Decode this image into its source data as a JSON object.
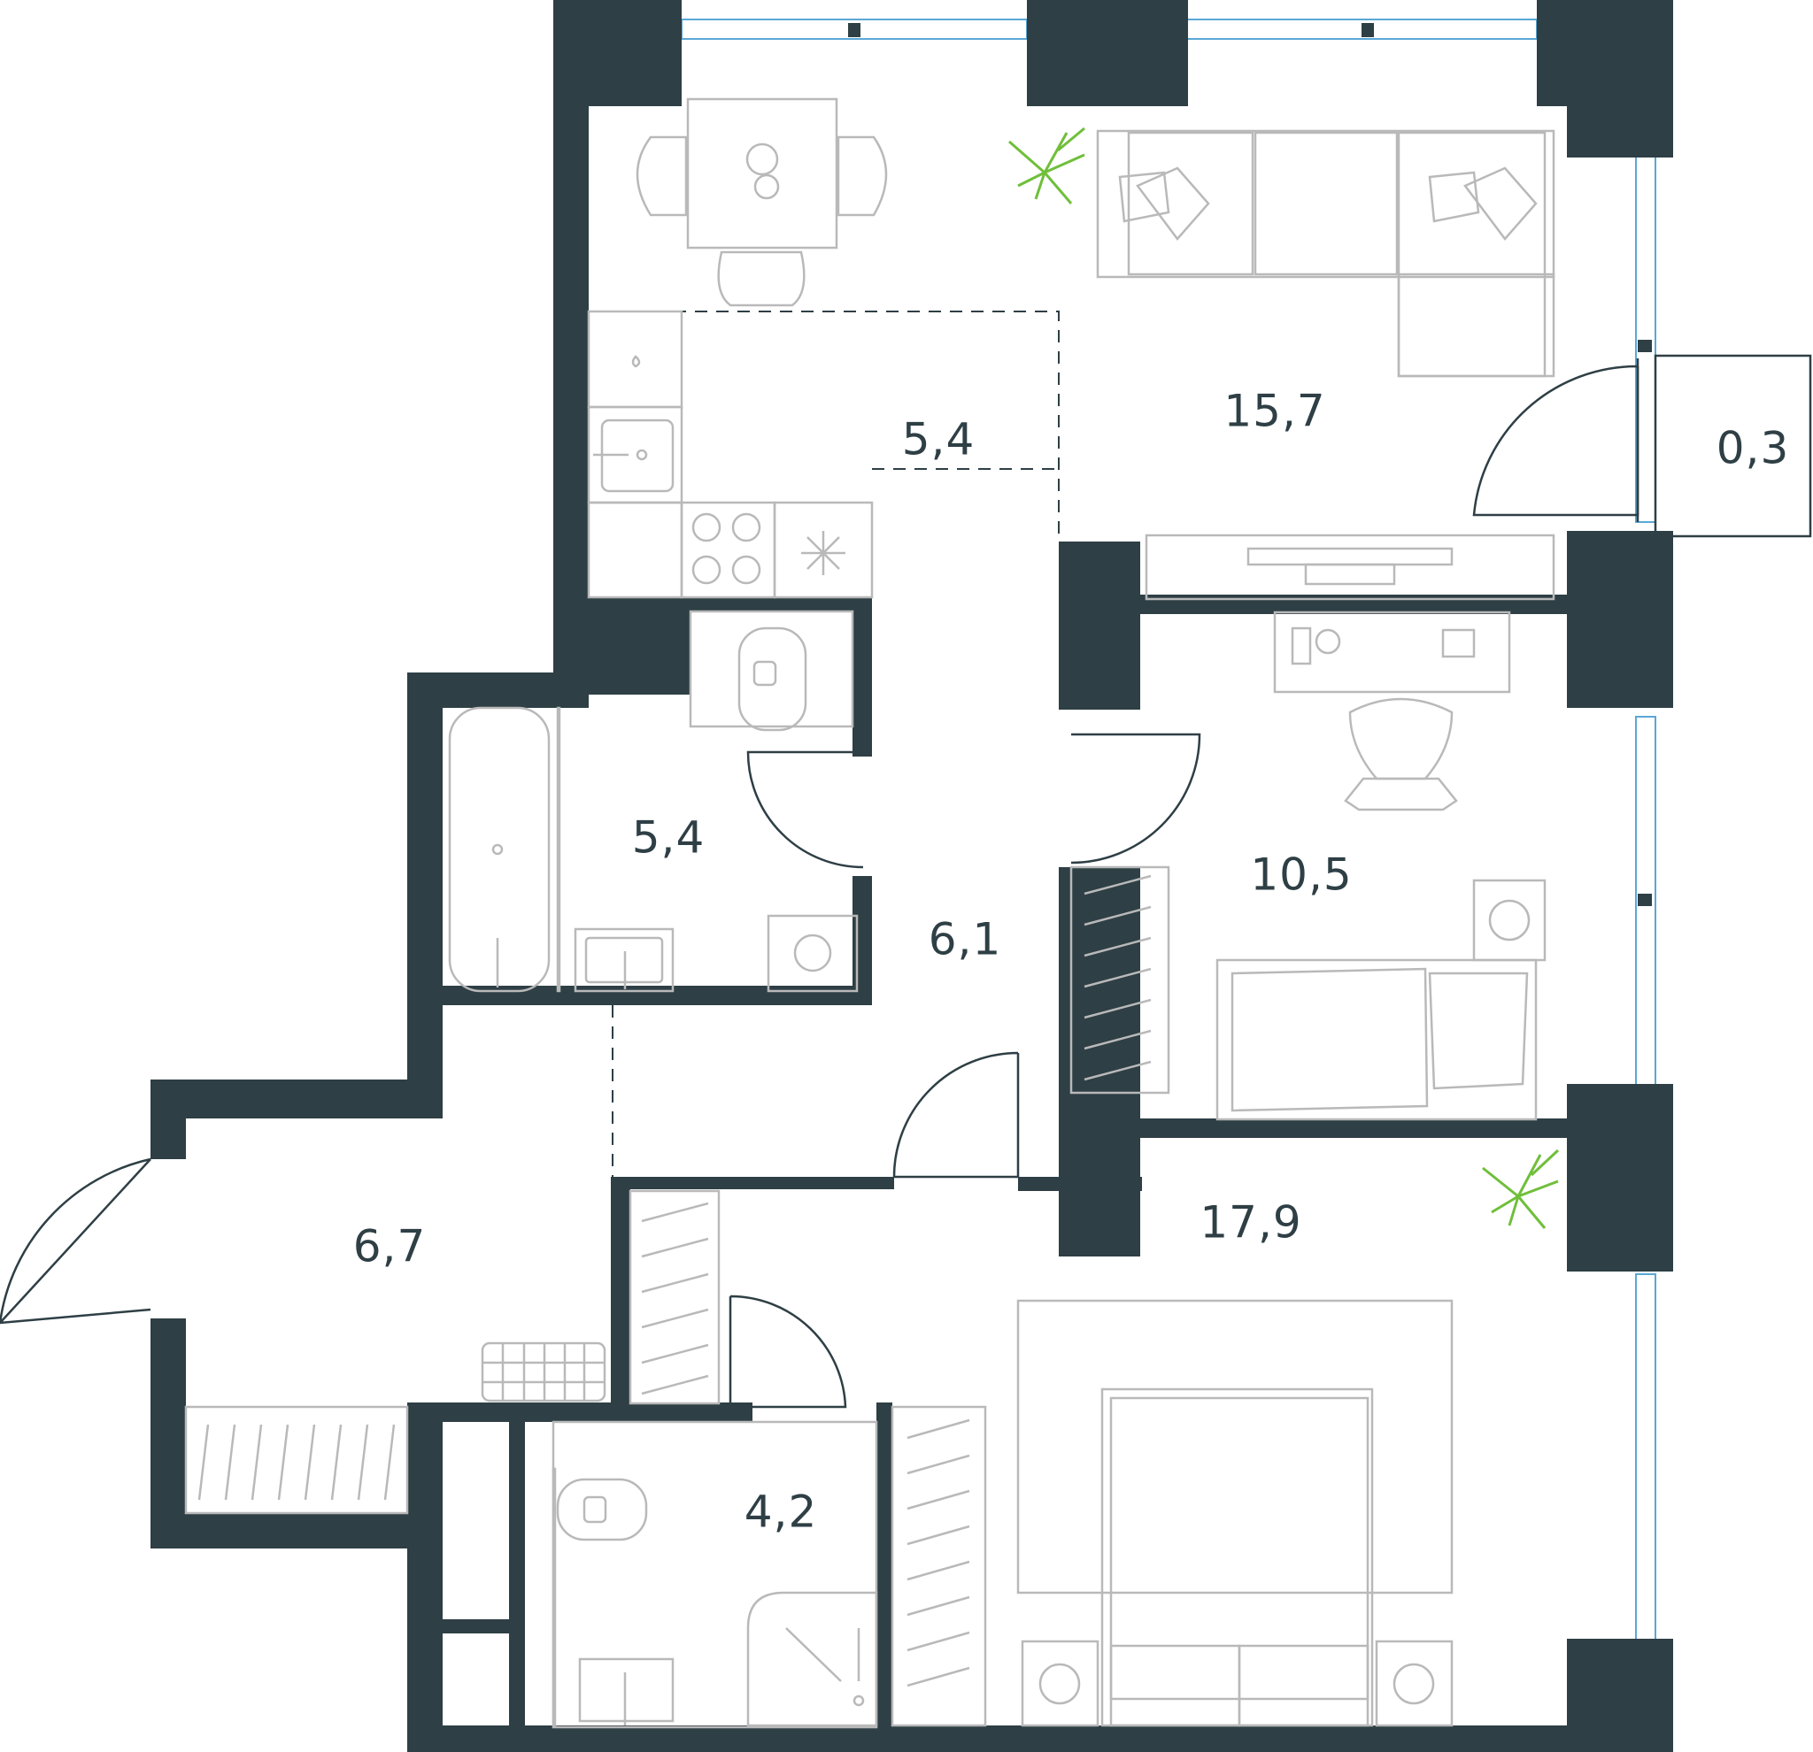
{
  "colors": {
    "wall": "#2e3f45",
    "furniture": "#b9b9b9",
    "window": "#5aa7d6",
    "plant": "#6fbf3a",
    "background": "#ffffff"
  },
  "rooms": [
    {
      "id": "living",
      "area": "15,7"
    },
    {
      "id": "kitchen",
      "area": "5,4"
    },
    {
      "id": "balcony",
      "area": "0,3"
    },
    {
      "id": "bathroom",
      "area": "5,4"
    },
    {
      "id": "corridor",
      "area": "6,1"
    },
    {
      "id": "bedroom-small",
      "area": "10,5"
    },
    {
      "id": "hallway",
      "area": "6,7"
    },
    {
      "id": "bedroom-master",
      "area": "17,9"
    },
    {
      "id": "wc",
      "area": "4,2"
    }
  ]
}
